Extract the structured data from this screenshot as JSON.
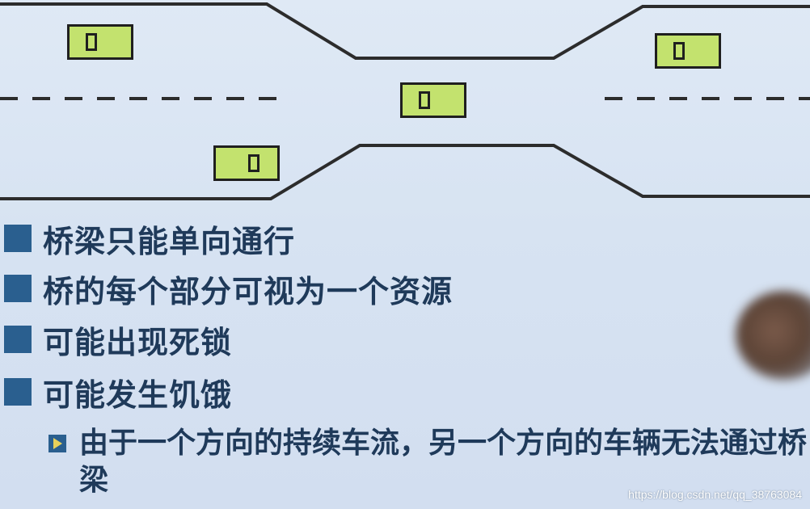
{
  "diagram": {
    "colors": {
      "road_line": "#2c2c2c",
      "car_body": "#c3e26e",
      "car_border": "#1f1f1f"
    },
    "cars": [
      "car-top-left",
      "car-top-right",
      "car-middle-bridge",
      "car-bottom-left"
    ]
  },
  "bullets": [
    {
      "text": "桥梁只能单向通行"
    },
    {
      "text": "桥的每个部分可视为一个资源"
    },
    {
      "text": "可能出现死锁"
    },
    {
      "text": "可能发生饥饿"
    }
  ],
  "sub_bullet": {
    "text": "由于一个方向的持续车流，另一个方向的车辆无法通过桥梁"
  },
  "watermark": "https://blog.csdn.net/qq_38763084",
  "colors": {
    "bullet_marker": "#2a5f8f",
    "text": "#1f3a5a",
    "background": "#d7e3f2"
  }
}
